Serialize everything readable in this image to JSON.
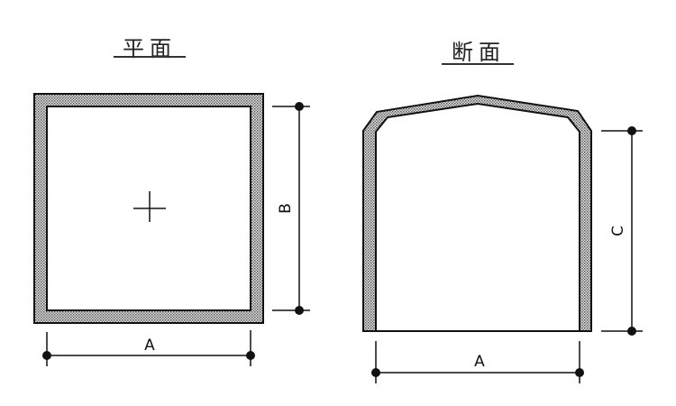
{
  "plan": {
    "title": "平面",
    "width_label": "A",
    "depth_label": "B",
    "center_mark": "cross"
  },
  "section": {
    "title": "断面",
    "width_label": "A",
    "height_label": "C"
  },
  "colors": {
    "line": "#111111",
    "wall_fill_pattern": "#9a9a9a",
    "background": "#ffffff"
  }
}
